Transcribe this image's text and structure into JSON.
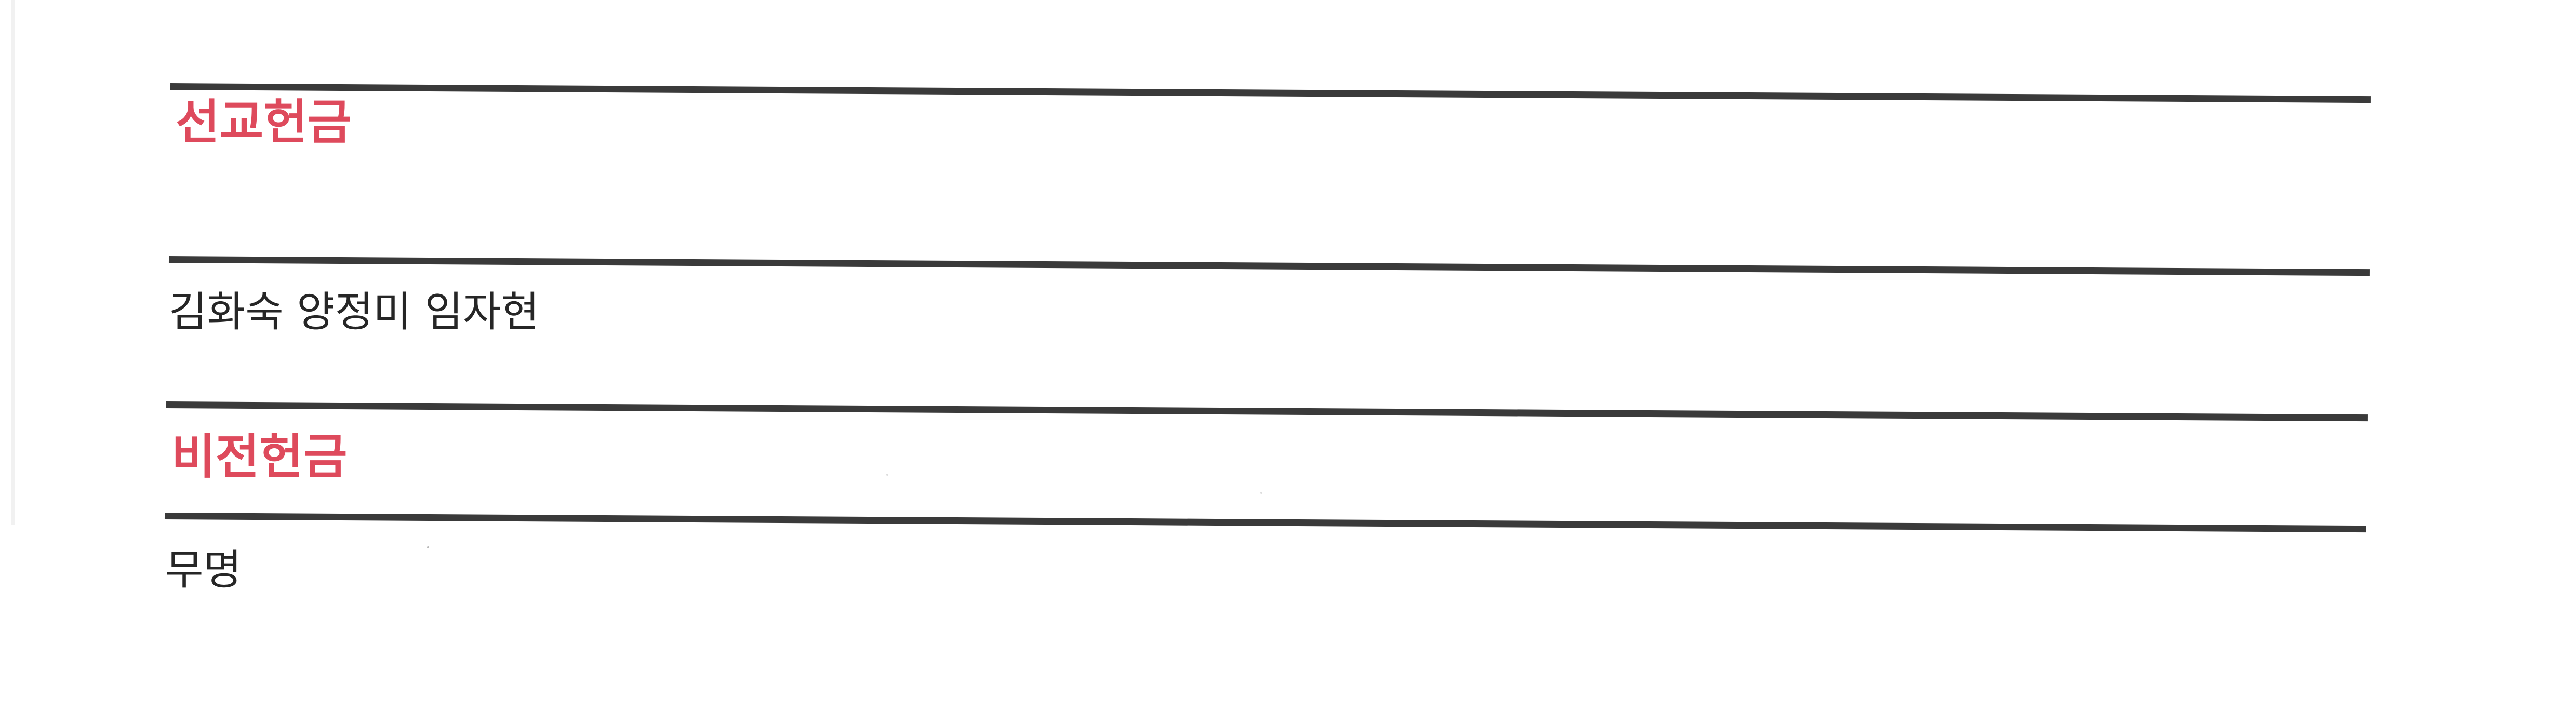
{
  "sections": [
    {
      "heading": "선교헌금",
      "contributors": "김화숙 양정미 임자현"
    },
    {
      "heading": "비전헌금",
      "contributors": "무명"
    }
  ],
  "colors": {
    "heading": "#de4a5c",
    "rule": "#3a3a3a",
    "text": "#262626",
    "background": "#ffffff"
  }
}
